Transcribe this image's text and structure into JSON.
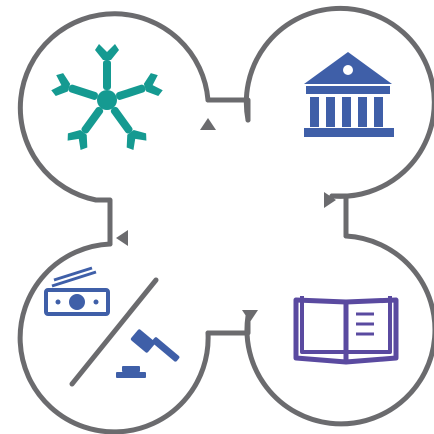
{
  "colors": {
    "ring": "#6b6b6e",
    "teal": "#159a91",
    "blue": "#3f5fa8",
    "indigo": "#5a4aa0"
  },
  "diagram": {
    "nodes": [
      {
        "name": "hands-circle",
        "icon": "hands-in-circle-icon"
      },
      {
        "name": "institution-circle",
        "icon": "bank-building-icon"
      },
      {
        "name": "book-circle",
        "icon": "open-book-icon"
      },
      {
        "name": "money-law-circle",
        "icon": "money-and-gavel-icon"
      }
    ],
    "flow": "clockwise"
  }
}
